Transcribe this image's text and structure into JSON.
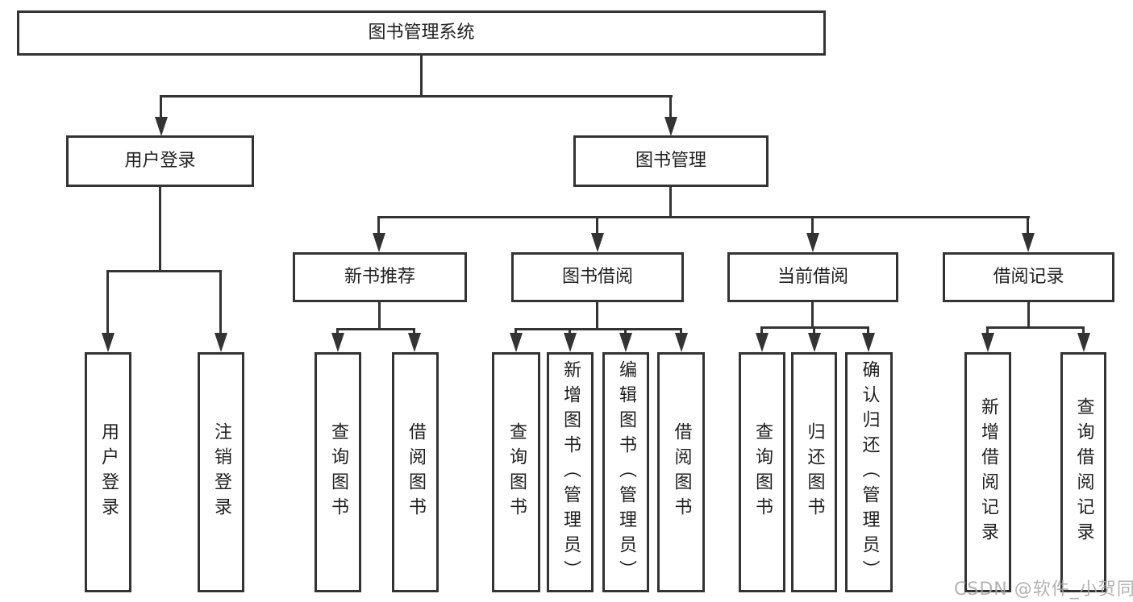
{
  "diagram_title": "图书管理系统",
  "nodes": {
    "root": "图书管理系统",
    "user_login": "用户登录",
    "book_mgmt": "图书管理",
    "new_book_rec": "新书推荐",
    "book_borrow": "图书借阅",
    "current_borrow": "当前借阅",
    "borrow_record": "借阅记录",
    "ul_user_login": "用户登录",
    "ul_logout": "注销登录",
    "nb_query_book": "查询图书",
    "nb_borrow_book": "借阅图书",
    "bb_query_book": "查询图书",
    "bb_add_book": "新增图书（管理员）",
    "bb_edit_book": "编辑图书（管理员）",
    "bb_borrow_book": "借阅图书",
    "cb_query_book": "查询图书",
    "cb_return_book": "归还图书",
    "cb_confirm_return": "确认归还（管理员）",
    "br_add_record": "新增借阅记录",
    "br_query_record": "查询借阅记录"
  },
  "structure": {
    "图书管理系统": [
      "用户登录",
      "图书管理"
    ],
    "用户登录": [
      "用户登录",
      "注销登录"
    ],
    "图书管理": [
      "新书推荐",
      "图书借阅",
      "当前借阅",
      "借阅记录"
    ],
    "新书推荐": [
      "查询图书",
      "借阅图书"
    ],
    "图书借阅": [
      "查询图书",
      "新增图书（管理员）",
      "编辑图书（管理员）",
      "借阅图书"
    ],
    "当前借阅": [
      "查询图书",
      "归还图书",
      "确认归还（管理员）"
    ],
    "借阅记录": [
      "新增借阅记录",
      "查询借阅记录"
    ]
  },
  "watermark": "CSDN @软件_小贺同学",
  "colors": {
    "line": "#333333",
    "text": "#1f1f1f",
    "background": "#ffffff",
    "watermark": "#a6a6a6"
  }
}
